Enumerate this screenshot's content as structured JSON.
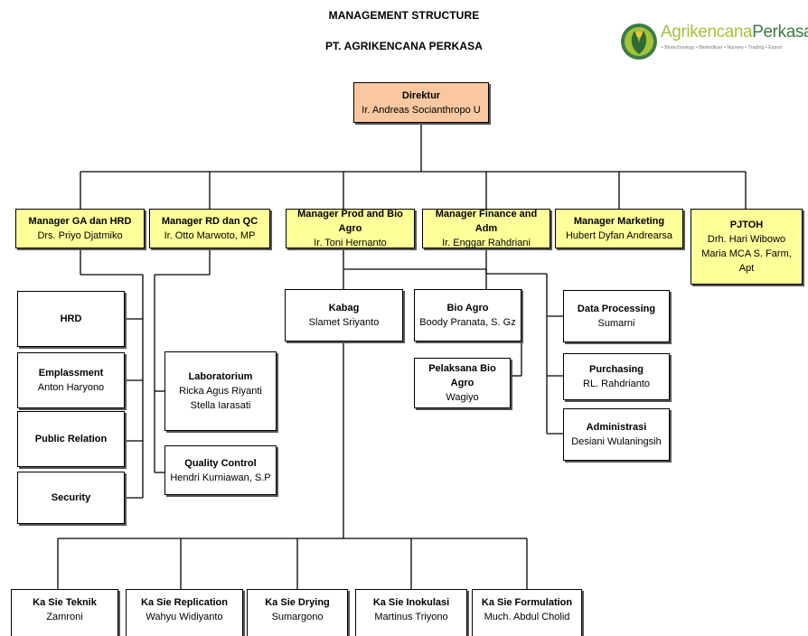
{
  "header": {
    "title": "MANAGEMENT STRUCTURE",
    "company": "PT. AGRIKENCANA PERKASA"
  },
  "logo": {
    "name_part1": "Agrikencana",
    "name_part2": "Perkasa",
    "tagline": "• Biotechnology • Biofertilizer • Nursery • Trading • Export",
    "brand_green": "#a4c23a",
    "brand_dark": "#3a7d44"
  },
  "colors": {
    "director_fill": "#f9c8a0",
    "manager_fill": "#ffff99",
    "staff_fill": "#ffffff"
  },
  "org": {
    "director": {
      "title": "Direktur",
      "name": "Ir. Andreas Socianthropo U"
    },
    "managers": [
      {
        "title": "Manager GA dan HRD",
        "name": "Drs. Priyo Djatmiko"
      },
      {
        "title": "Manager RD dan QC",
        "name": "Ir. Otto Marwoto, MP"
      },
      {
        "title": "Manager Prod and Bio Agro",
        "name": "Ir. Toni Hernanto"
      },
      {
        "title": "Manager Finance and Adm",
        "name": "Ir. Enggar Rahdriani"
      },
      {
        "title": "Manager Marketing",
        "name": "Hubert Dyfan Andrearsa"
      },
      {
        "title": "PJTOH",
        "name": "Drh. Hari Wibowo",
        "name2": "Maria MCA S. Farm, Apt"
      }
    ],
    "ga_units": [
      {
        "title": "HRD"
      },
      {
        "title": "Emplassment",
        "name": "Anton Haryono"
      },
      {
        "title": "Public Relation"
      },
      {
        "title": "Security"
      }
    ],
    "rd_units": [
      {
        "title": "Laboratorium",
        "name": "Ricka Agus Riyanti",
        "name2": "Stella Iarasati"
      },
      {
        "title": "Quality Control",
        "name": "Hendri Kurniawan, S.P"
      }
    ],
    "prod_units": [
      {
        "title": "Kabag",
        "name": "Slamet Sriyanto"
      },
      {
        "title": "Bio Agro",
        "name": "Boody Pranata, S. Gz"
      },
      {
        "title": "Pelaksana Bio Agro",
        "name": "Wagiyo"
      }
    ],
    "fin_units": [
      {
        "title": "Data Processing",
        "name": "Sumarni"
      },
      {
        "title": "Purchasing",
        "name": "RL. Rahdrianto"
      },
      {
        "title": "Administrasi",
        "name": "Desiani Wulaningsih"
      }
    ],
    "sections": [
      {
        "title": "Ka Sie Teknik",
        "name": "Zamroni"
      },
      {
        "title": "Ka Sie Replication",
        "name": "Wahyu Widiyanto"
      },
      {
        "title": "Ka Sie Drying",
        "name": "Sumargono"
      },
      {
        "title": "Ka Sie Inokulasi",
        "name": "Martinus Triyono"
      },
      {
        "title": "Ka Sie Formulation",
        "name": "Much. Abdul Cholid"
      }
    ]
  }
}
